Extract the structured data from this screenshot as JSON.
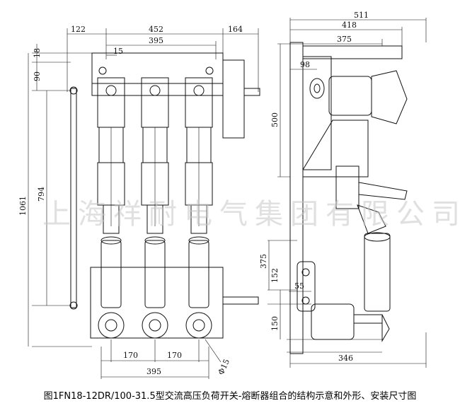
{
  "caption": "图1FN18-12DR/100-31.5型交流高压负荷开关-熔断器组合的结构示意和外形、安装尺寸图",
  "watermark": "上海祥耐电气集团有限公司",
  "front_view": {
    "dims_top": [
      "122",
      "452",
      "164",
      "395",
      "15"
    ],
    "dims_left": [
      "18",
      "90",
      "794",
      "1061"
    ],
    "dims_bottom": [
      "170",
      "170",
      "395"
    ],
    "hole_label": "Φ15"
  },
  "side_view": {
    "dims_top": [
      "511",
      "418",
      "375"
    ],
    "dim_98": "98",
    "dims_left": [
      "500",
      "375",
      "152",
      "55",
      "150"
    ],
    "dim_bottom": "346"
  }
}
